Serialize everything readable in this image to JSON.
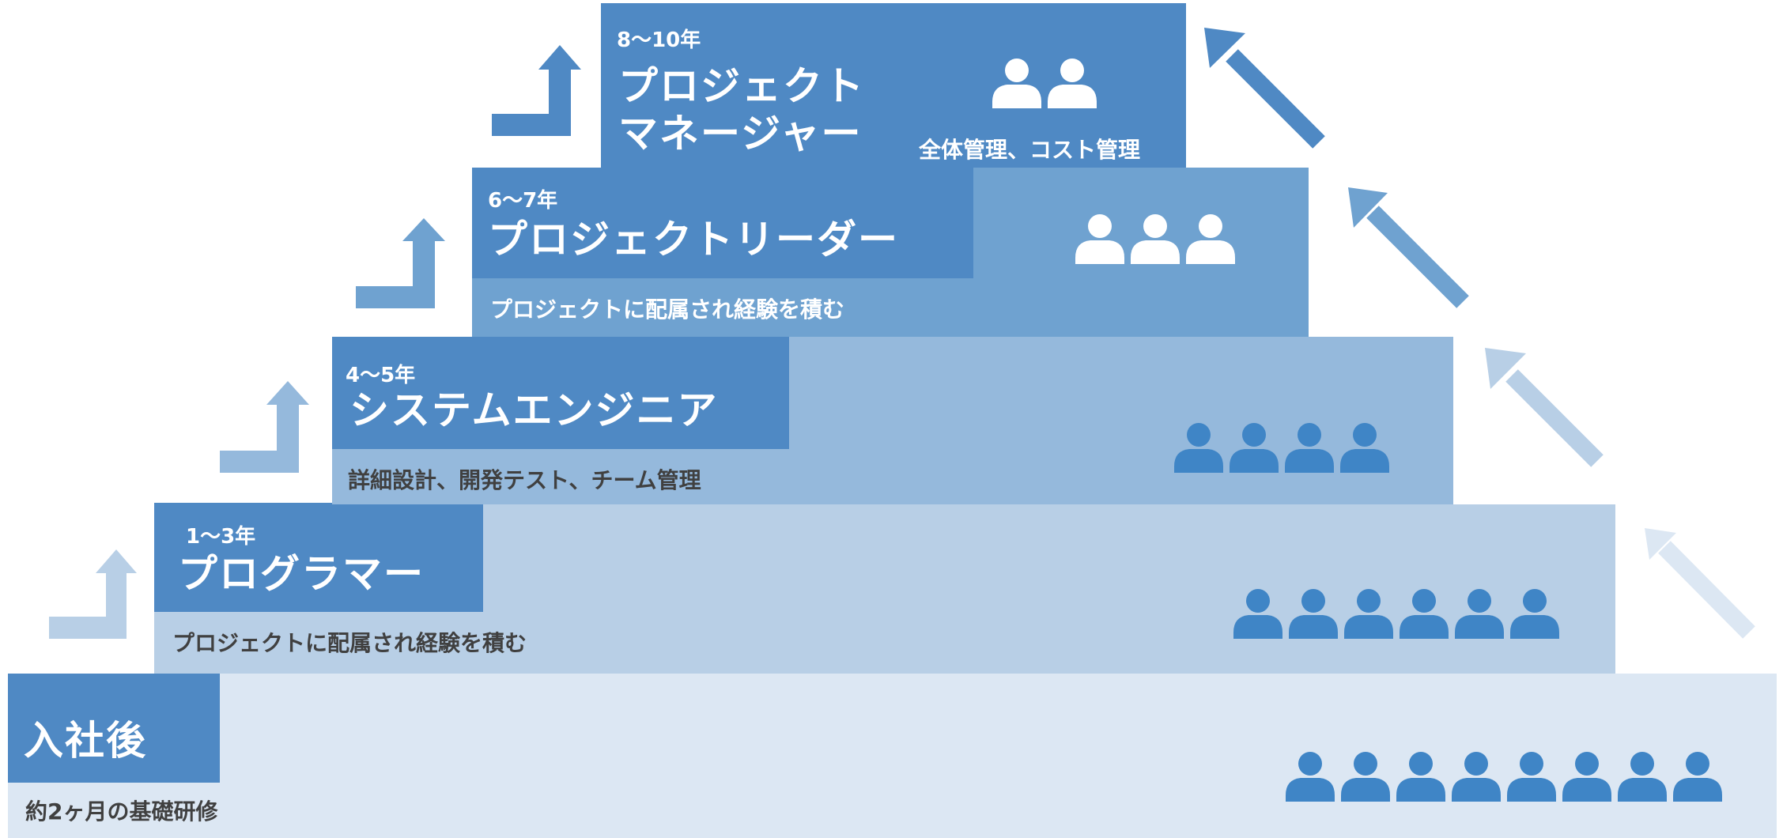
{
  "colors": {
    "accent": "#4f89c4",
    "tier1_bg": "#dce7f3",
    "tier2_bg": "#b8cfe6",
    "tier3_bg": "#95b9dc",
    "tier4_bg": "#6fa2d0",
    "tier5_bg": "#4f89c4",
    "dark_text": "#404040",
    "white_text": "#ffffff",
    "person_blue": "#3f85c6",
    "person_white": "#ffffff"
  },
  "tiers": [
    {
      "years": "",
      "title": "入社後",
      "subtitle": "約2ヶ月の基礎研修",
      "people_count": 8,
      "people_icon": "person-icon"
    },
    {
      "years": "1～3年",
      "title": "プログラマー",
      "subtitle": "プロジェクトに配属され経験を積む",
      "people_count": 6,
      "people_icon": "person-icon"
    },
    {
      "years": "4～5年",
      "title": "システムエンジニア",
      "subtitle": "詳細設計、開発テスト、チーム管理",
      "people_count": 4,
      "people_icon": "person-icon"
    },
    {
      "years": "6～7年",
      "title": "プロジェクトリーダー",
      "subtitle": "プロジェクトに配属され経験を積む",
      "people_count": 3,
      "people_icon": "person-icon"
    },
    {
      "years": "8～10年",
      "title_line1": "プロジェクト",
      "title_line2": "マネージャー",
      "subtitle": "全体管理、コスト管理",
      "people_count": 2,
      "people_icon": "person-icon"
    }
  ],
  "step_arrows": [
    "step-up-arrow-icon",
    "step-up-arrow-icon",
    "step-up-arrow-icon",
    "step-up-arrow-icon"
  ],
  "diagonal_arrows": [
    "diagonal-arrow-icon",
    "diagonal-arrow-icon",
    "diagonal-arrow-icon",
    "diagonal-arrow-icon"
  ]
}
